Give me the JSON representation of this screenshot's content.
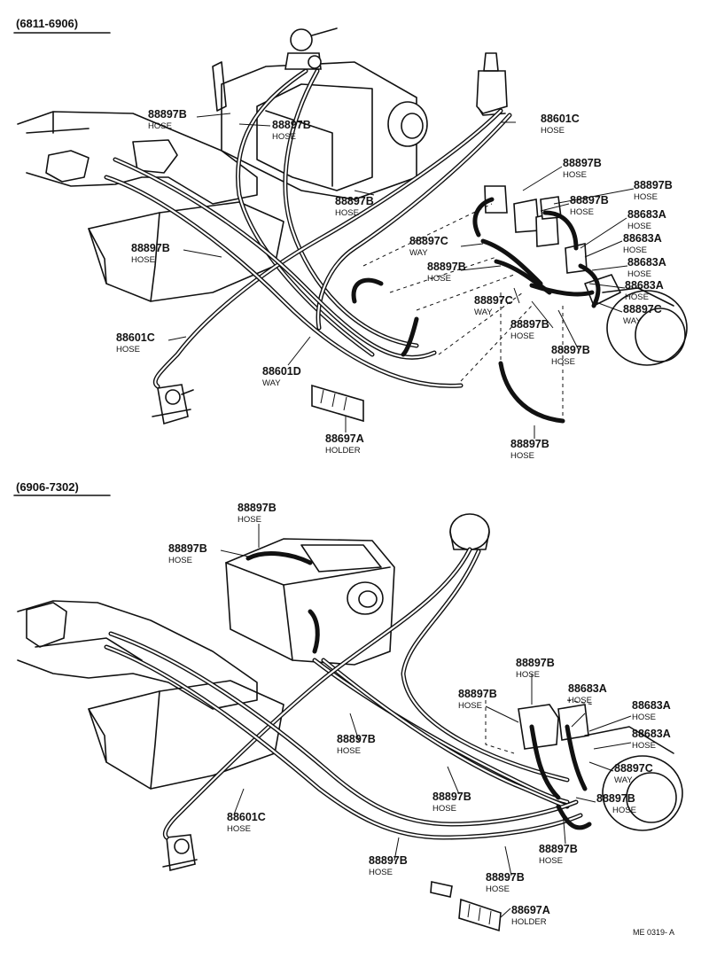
{
  "sections": [
    {
      "range": "(6811-6906)"
    },
    {
      "range": "(6906-7302)"
    }
  ],
  "labels_top": [
    {
      "part": "88897B",
      "desc": "HOSE"
    },
    {
      "part": "88897B",
      "desc": "HOSE"
    },
    {
      "part": "88601C",
      "desc": "HOSE"
    },
    {
      "part": "88897B",
      "desc": "HOSE"
    },
    {
      "part": "88897B",
      "desc": "HOSE"
    },
    {
      "part": "88897B",
      "desc": "HOSE"
    },
    {
      "part": "88897B",
      "desc": "HOSE"
    },
    {
      "part": "88897B",
      "desc": "HOSE"
    },
    {
      "part": "88683A",
      "desc": "HOSE"
    },
    {
      "part": "88897C",
      "desc": "WAY"
    },
    {
      "part": "88683A",
      "desc": "HOSE"
    },
    {
      "part": "88897B",
      "desc": "HOSE"
    },
    {
      "part": "88683A",
      "desc": "HOSE"
    },
    {
      "part": "88897C",
      "desc": "WAY"
    },
    {
      "part": "88683A",
      "desc": "HOSE"
    },
    {
      "part": "88897C",
      "desc": "WAY"
    },
    {
      "part": "88897B",
      "desc": "HOSE"
    },
    {
      "part": "88601C",
      "desc": "HOSE"
    },
    {
      "part": "88897B",
      "desc": "HOSE"
    },
    {
      "part": "88601D",
      "desc": "WAY"
    },
    {
      "part": "88697A",
      "desc": "HOLDER"
    },
    {
      "part": "88897B",
      "desc": "HOSE"
    }
  ],
  "labels_bottom": [
    {
      "part": "88897B",
      "desc": "HOSE"
    },
    {
      "part": "88897B",
      "desc": "HOSE"
    },
    {
      "part": "88897B",
      "desc": "HOSE"
    },
    {
      "part": "88897B",
      "desc": "HOSE"
    },
    {
      "part": "88683A",
      "desc": "HOSE"
    },
    {
      "part": "88683A",
      "desc": "HOSE"
    },
    {
      "part": "88683A",
      "desc": "HOSE"
    },
    {
      "part": "88897B",
      "desc": "HOSE"
    },
    {
      "part": "88897C",
      "desc": "WAY"
    },
    {
      "part": "88897B",
      "desc": "HOSE"
    },
    {
      "part": "88601C",
      "desc": "HOSE"
    },
    {
      "part": "88897B",
      "desc": "HOSE"
    },
    {
      "part": "88897B",
      "desc": "HOSE"
    },
    {
      "part": "88897B",
      "desc": "HOSE"
    },
    {
      "part": "88897B",
      "desc": "HOSE"
    },
    {
      "part": "88697A",
      "desc": "HOLDER"
    }
  ],
  "drawing_code": "ME 0319- A"
}
